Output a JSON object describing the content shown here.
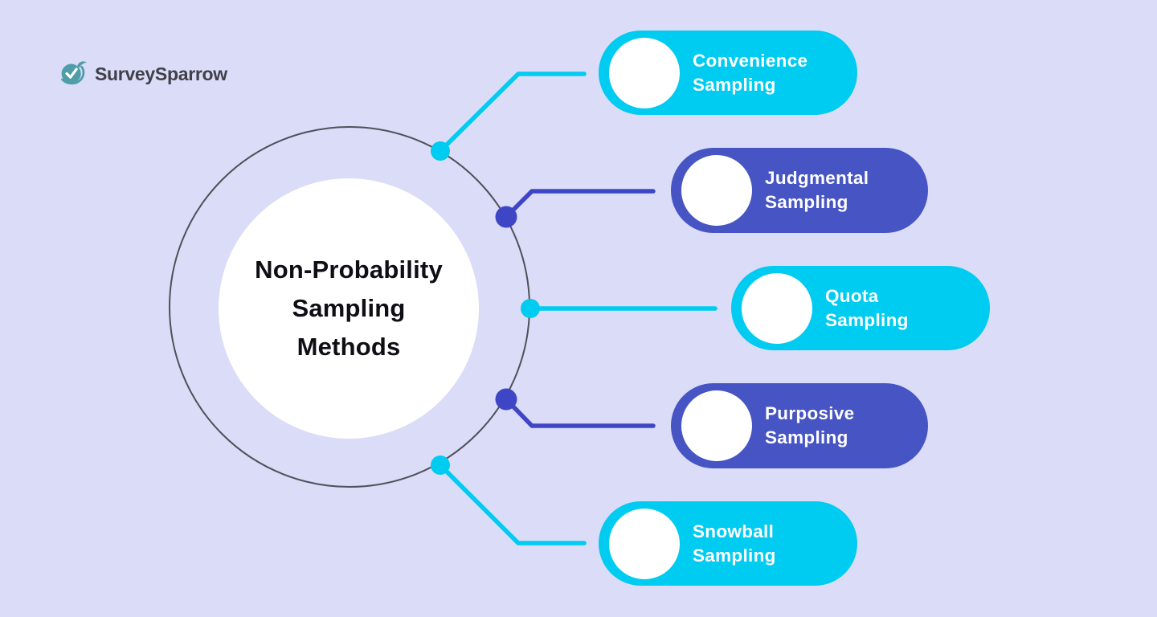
{
  "logo": {
    "text": "SurveySparrow",
    "icon": "surveysparrow-bird-check-icon"
  },
  "center": {
    "title_lines": [
      "Non-Probability",
      "Sampling",
      "Methods"
    ]
  },
  "pills": [
    {
      "line1": "Convenience",
      "line2": "Sampling",
      "color_name": "cyan"
    },
    {
      "line1": "Judgmental",
      "line2": "Sampling",
      "color_name": "indigo"
    },
    {
      "line1": "Quota",
      "line2": "Sampling",
      "color_name": "cyan"
    },
    {
      "line1": "Purposive",
      "line2": "Sampling",
      "color_name": "indigo"
    },
    {
      "line1": "Snowball",
      "line2": "Sampling",
      "color_name": "cyan"
    }
  ],
  "theme": {
    "background": "#DBDCF8",
    "cyan": "#00CBF0",
    "indigo": "#4654C4",
    "indigo-line": "#3F46C6",
    "ring-stroke": "#50505A",
    "title-color": "#0E0E14",
    "pill-text": "#FFFFFF",
    "logo-teal": "#4E9DA8",
    "logo-text-color": "#3F4048"
  }
}
